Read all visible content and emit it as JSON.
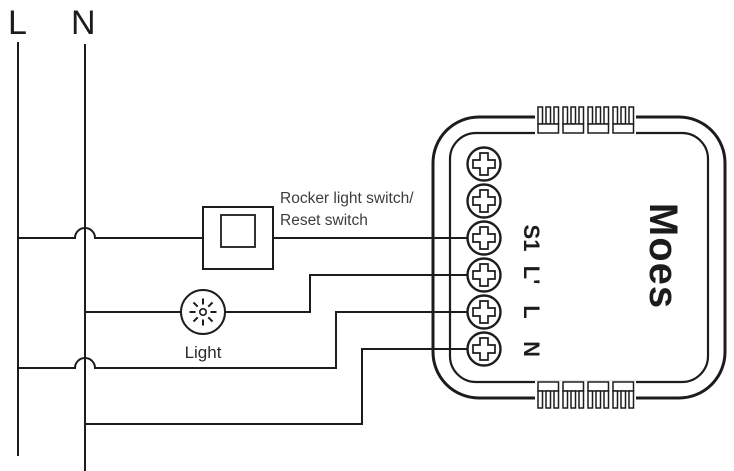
{
  "diagram": {
    "power_labels": {
      "live": "L",
      "neutral": "N"
    },
    "switch_label": {
      "line1": "Rocker light switch/",
      "line2": "Reset switch"
    },
    "light_label": "Light",
    "module": {
      "brand": "Moes",
      "terminals": [
        "S1",
        "L'",
        "L",
        "N"
      ]
    },
    "colors": {
      "line": "#1c1c1c",
      "note_text": "#3c3c3c",
      "background": "#ffffff"
    }
  }
}
